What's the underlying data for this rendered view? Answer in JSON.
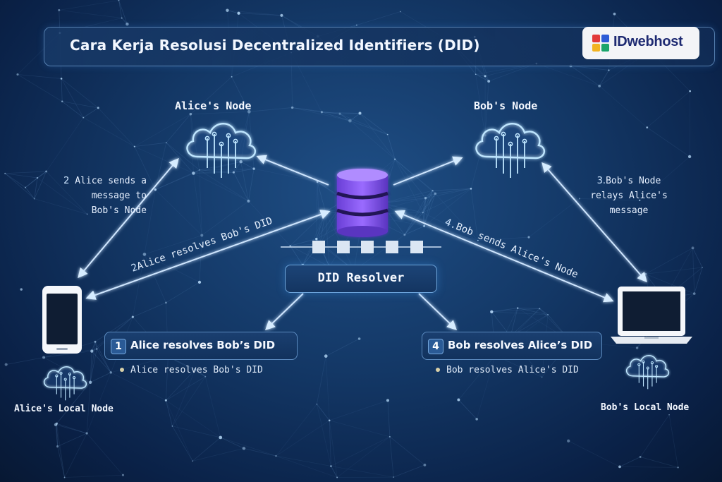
{
  "header": {
    "title": "Cara Kerja Resolusi Decentralized Identifiers (DID)"
  },
  "brand": {
    "name": "IDwebhost",
    "colors": [
      "#e23a3a",
      "#2c5bd6",
      "#f2b322",
      "#1aa56b"
    ]
  },
  "nodes": {
    "alice": {
      "title": "Alice's Node"
    },
    "bob": {
      "title": "Bob's Node"
    },
    "alice_local": {
      "label": "Alice's Local Node"
    },
    "bob_local": {
      "label": "Bob's Local Node"
    }
  },
  "resolver": {
    "label": "DID Resolver"
  },
  "edge_labels": {
    "alice_sends": {
      "num": "2",
      "lines": [
        "Alice sends a",
        "message to",
        "Bob's Node"
      ]
    },
    "alice_resolves": {
      "num": "2",
      "text": "Alice resolves Bob's DID"
    },
    "bob_relays": {
      "num": "3.",
      "lines": [
        "Bob's Node",
        "relays Alice's",
        "message"
      ]
    },
    "bob_sends": {
      "num": "4.",
      "text": "Bob sends Alice's Node"
    }
  },
  "steps": [
    {
      "num": "1",
      "label": "Alice resolves Bob’s DID",
      "detail": "Alice resolves Bob's DID"
    },
    {
      "num": "4",
      "label": "Bob resolves Alice’s DID",
      "detail": "Bob resolves Alice's DID"
    }
  ],
  "icons": {
    "cloud": "cloud-circuit-icon",
    "database": "database-icon",
    "phone": "smartphone-icon",
    "laptop": "laptop-icon"
  },
  "colors": {
    "arrow": "#bfe0ff",
    "database": "#8a5cf0",
    "background": "#133765"
  }
}
